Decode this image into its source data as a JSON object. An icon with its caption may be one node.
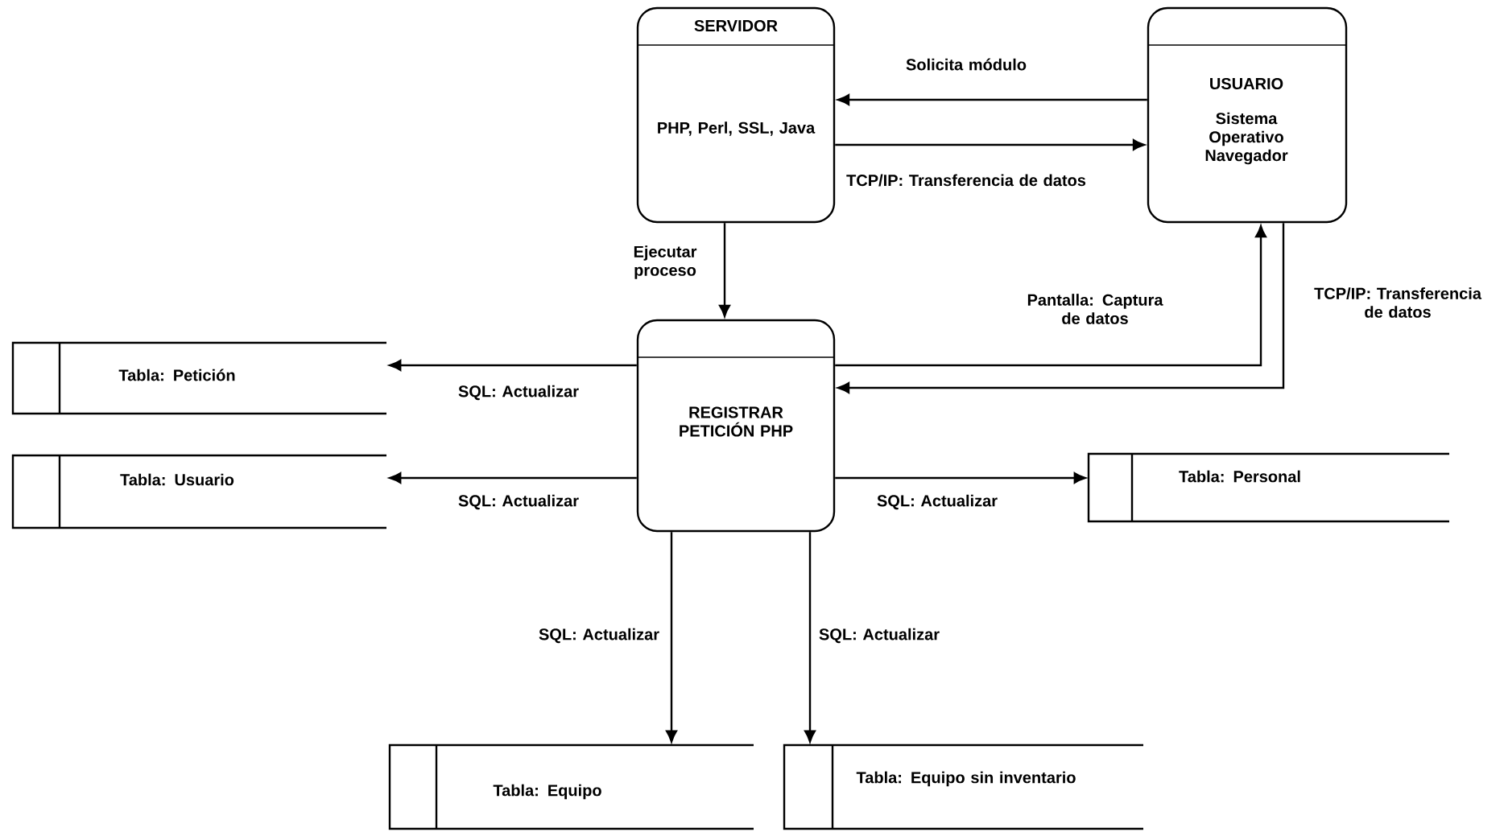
{
  "diagram": {
    "nodes": [
      {
        "text": [
          "SERVIDOR",
          "PHP, Perl, SSL, Java"
        ]
      },
      {
        "text": [
          "USUARIO",
          "Sistema Operativo Navegador"
        ]
      },
      {
        "text": [
          "REGISTRAR PETICIÓN PHP"
        ]
      },
      {
        "text": [
          "Tabla: Petición"
        ]
      },
      {
        "text": [
          "Tabla: Usuario"
        ]
      },
      {
        "text": [
          "Tabla: Personal"
        ]
      },
      {
        "text": [
          "Tabla: Equipo"
        ]
      },
      {
        "text": [
          "Tabla: Equipo sin inventario"
        ]
      }
    ],
    "edges": [
      {
        "from": 1,
        "to": 0,
        "arrow": "to",
        "label": "Solicita módulo"
      },
      {
        "from": 0,
        "to": 1,
        "arrow": "to",
        "label": "TCP/IP: Transferencia de datos"
      },
      {
        "from": 0,
        "to": 2,
        "arrow": "to",
        "label": "Ejecutar proceso"
      },
      {
        "from": 1,
        "to": 2,
        "arrow": "to",
        "label": "TCP/IP: Transferencia de datos"
      },
      {
        "from": 2,
        "to": 1,
        "arrow": "to",
        "label": "Pantalla: Captura de datos"
      },
      {
        "from": 2,
        "to": 3,
        "arrow": "to",
        "label": "SQL: Actualizar"
      },
      {
        "from": 2,
        "to": 4,
        "arrow": "to",
        "label": "SQL: Actualizar"
      },
      {
        "from": 2,
        "to": 5,
        "arrow": "to",
        "label": "SQL: Actualizar"
      },
      {
        "from": 2,
        "to": 6,
        "arrow": "to",
        "label": "SQL: Actualizar"
      },
      {
        "from": 2,
        "to": 7,
        "arrow": "to",
        "label": "SQL: Actualizar"
      }
    ]
  }
}
